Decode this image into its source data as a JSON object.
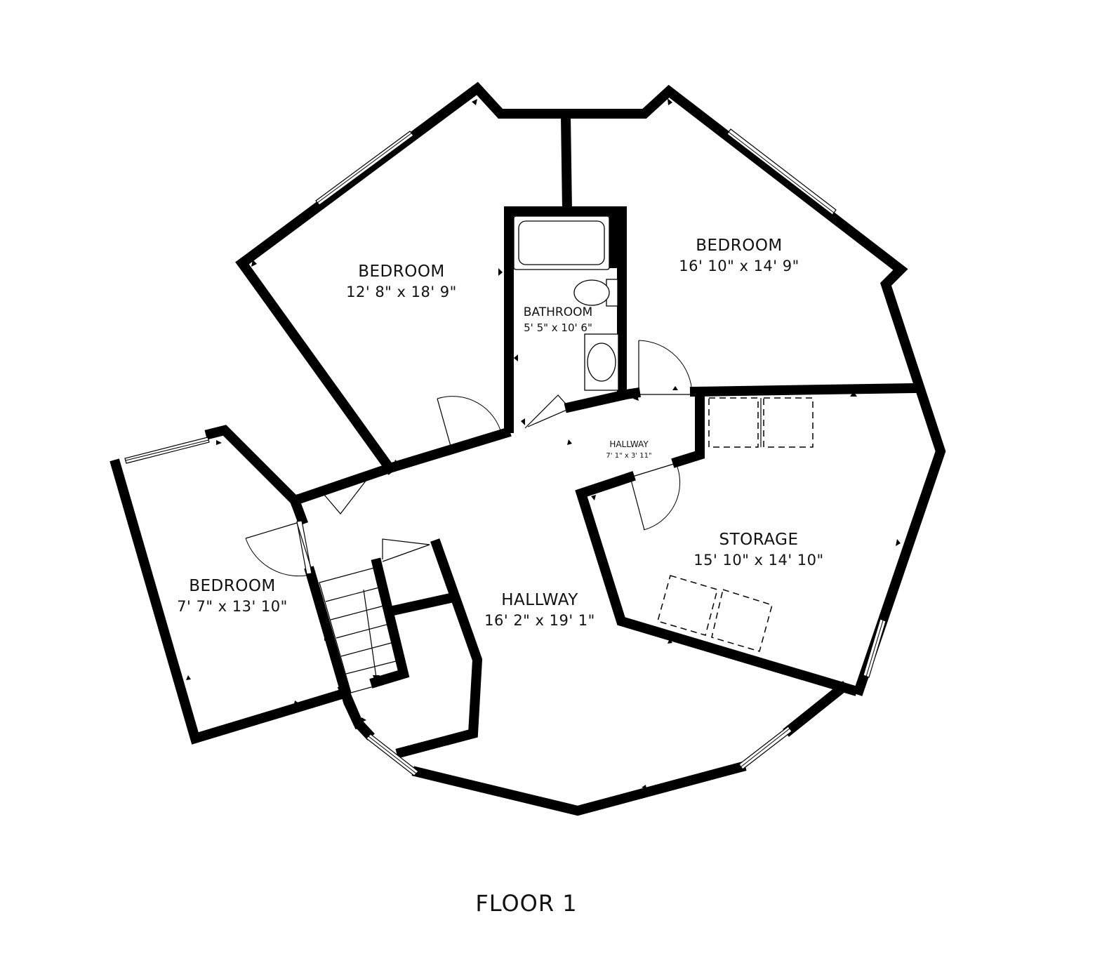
{
  "floor_label": "FLOOR 1",
  "rooms": [
    {
      "name": "BEDROOM",
      "dims": "12' 8\" x 18' 9\""
    },
    {
      "name": "BEDROOM",
      "dims": "16' 10\" x 14' 9\""
    },
    {
      "name": "BATHROOM",
      "dims": "5' 5\" x 10' 6\""
    },
    {
      "name": "HALLWAY",
      "dims": "7' 1\" x 3' 11\""
    },
    {
      "name": "BEDROOM",
      "dims": "7' 7\" x 13' 10\""
    },
    {
      "name": "STORAGE",
      "dims": "15' 10\" x 14' 10\""
    },
    {
      "name": "HALLWAY",
      "dims": "16' 2\" x 19' 1\""
    }
  ]
}
